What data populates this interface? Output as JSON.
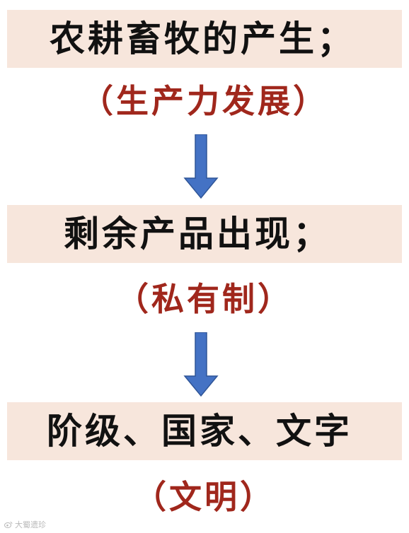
{
  "steps": [
    {
      "label": "农耕畜牧的产生；",
      "cause": "（生产力发展）"
    },
    {
      "label": "剩余产品出现；",
      "cause": "（私有制）"
    },
    {
      "label": "阶级、国家、文字",
      "cause": "（文明）"
    }
  ],
  "colors": {
    "band_background": "#f7e6dc",
    "label_text": "#111111",
    "cause_text": "#a0271c",
    "arrow_fill": "#4472c4"
  },
  "icons": {
    "arrow": "down-arrow-icon",
    "watermark": "weibo-logo-icon"
  },
  "watermark": {
    "text": "大蜀遗珍"
  }
}
